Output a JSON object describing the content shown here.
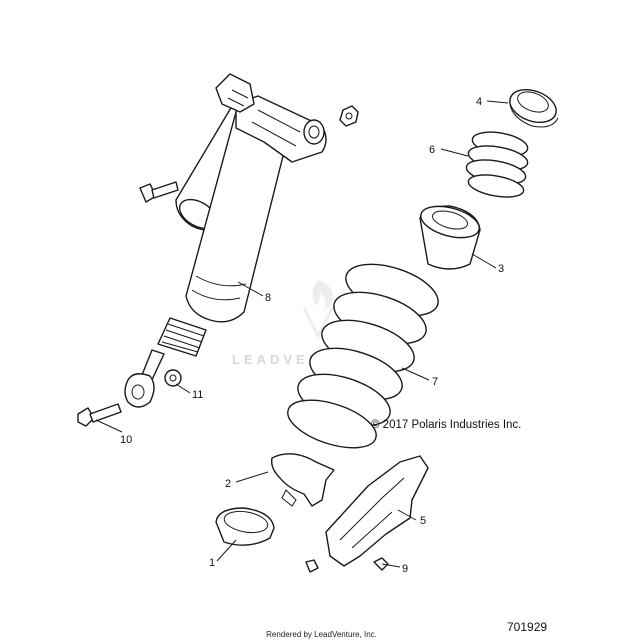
{
  "callouts": [
    {
      "id": "1",
      "label": "1"
    },
    {
      "id": "2",
      "label": "2"
    },
    {
      "id": "3",
      "label": "3"
    },
    {
      "id": "4",
      "label": "4"
    },
    {
      "id": "5",
      "label": "5"
    },
    {
      "id": "6",
      "label": "6"
    },
    {
      "id": "7",
      "label": "7"
    },
    {
      "id": "8",
      "label": "8"
    },
    {
      "id": "9",
      "label": "9"
    },
    {
      "id": "10",
      "label": "10"
    },
    {
      "id": "11",
      "label": "11"
    }
  ],
  "copyright": "© 2017 Polaris Industries Inc.",
  "drawing_number": "701929",
  "rendered_by": "Rendered by LeadVenture, Inc.",
  "watermark": "LEADVENTURE",
  "icons": [
    "leadventure-flame-logo-icon"
  ]
}
